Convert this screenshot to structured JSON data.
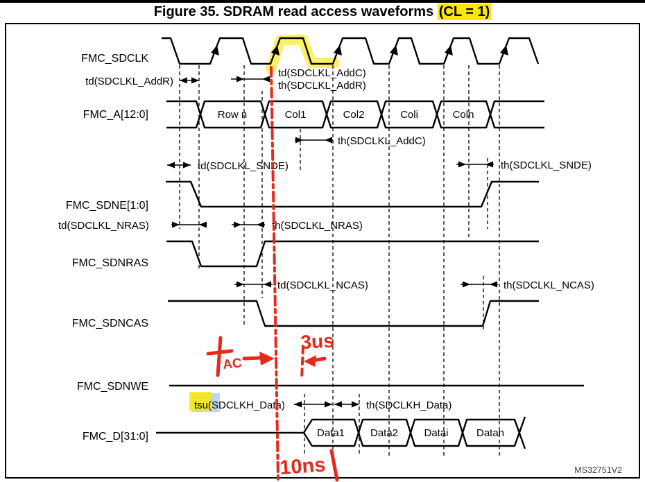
{
  "title": {
    "prefix": "Figure 35. SDRAM read access waveforms ",
    "highlight": "(CL = 1)"
  },
  "signals": {
    "sdclk": "FMC_SDCLK",
    "addr": "FMC_A[12:0]",
    "sdne": "FMC_SDNE[1:0]",
    "sdnras": "FMC_SDNRAS",
    "sdncas": "FMC_SDNCAS",
    "sdnwe": "FMC_SDNWE",
    "data": "FMC_D[31:0]"
  },
  "timing": {
    "td_addr": "td(SDCLKL_AddR)",
    "td_addc": "td(SDCLKL_AddC)",
    "th_addr": "th(SDCLKL_AddR)",
    "th_addc": "th(SDCLKL_AddC)",
    "td_snde": "td(SDCLKL_SNDE)",
    "th_snde": "th(SDCLKL_SNDE)",
    "td_nras": "td(SDCLKL_NRAS)",
    "th_nras": "th(SDCLKL_NRAS)",
    "td_ncas": "td(SDCLKL_NCAS)",
    "th_ncas": "th(SDCLKL_NCAS)",
    "tsu_data": "tsu(SDCLKH_Data)",
    "th_data": "th(SDCLKH_Data)"
  },
  "bus": {
    "address": [
      "Row n",
      "Col1",
      "Col2",
      "Coli",
      "Coln"
    ],
    "data": [
      "Data1",
      "Data2",
      "Datai",
      "Datan"
    ]
  },
  "annotations": {
    "tac_main": "t",
    "tac_sub": "AC",
    "cas_delay": "3us",
    "data_delay": "10ns"
  },
  "watermark": "MS32751V2",
  "colors": {
    "ink": "#000000",
    "annotation_red": "#e42a1d",
    "marker_yellow": "#fbe50c",
    "selection_blue": "#aecdeb"
  }
}
